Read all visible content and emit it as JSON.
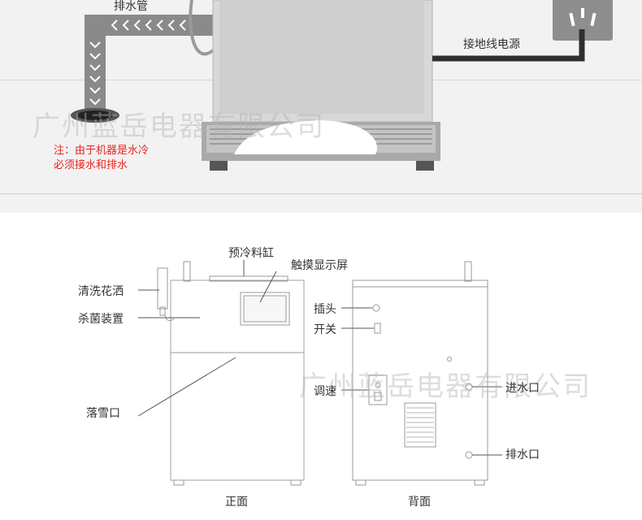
{
  "top": {
    "drain_pipe_label": "排水管",
    "ground_power_label": "接地线电源",
    "note_line1": "注：由于机器是水冷",
    "note_line2": "必须接水和排水",
    "watermark": "广州蓝岳电器有限公司"
  },
  "front": {
    "hopper_label": "预冷料缸",
    "touchscreen_label": "触摸显示屏",
    "shower_label": "清洗花洒",
    "sterilizer_label": "杀菌装置",
    "snow_outlet_label": "落雪口",
    "caption": "正面"
  },
  "back": {
    "plug_label": "插头",
    "switch_label": "开关",
    "speed_label": "调速",
    "water_inlet_label": "进水口",
    "drain_outlet_label": "排水口",
    "caption": "背面",
    "watermark": "广州蓝岳电器有限公司"
  },
  "colors": {
    "note_red": "#e8231c",
    "pipe_gray": "#8a8a8a",
    "cable_dark": "#2f2f2f"
  }
}
